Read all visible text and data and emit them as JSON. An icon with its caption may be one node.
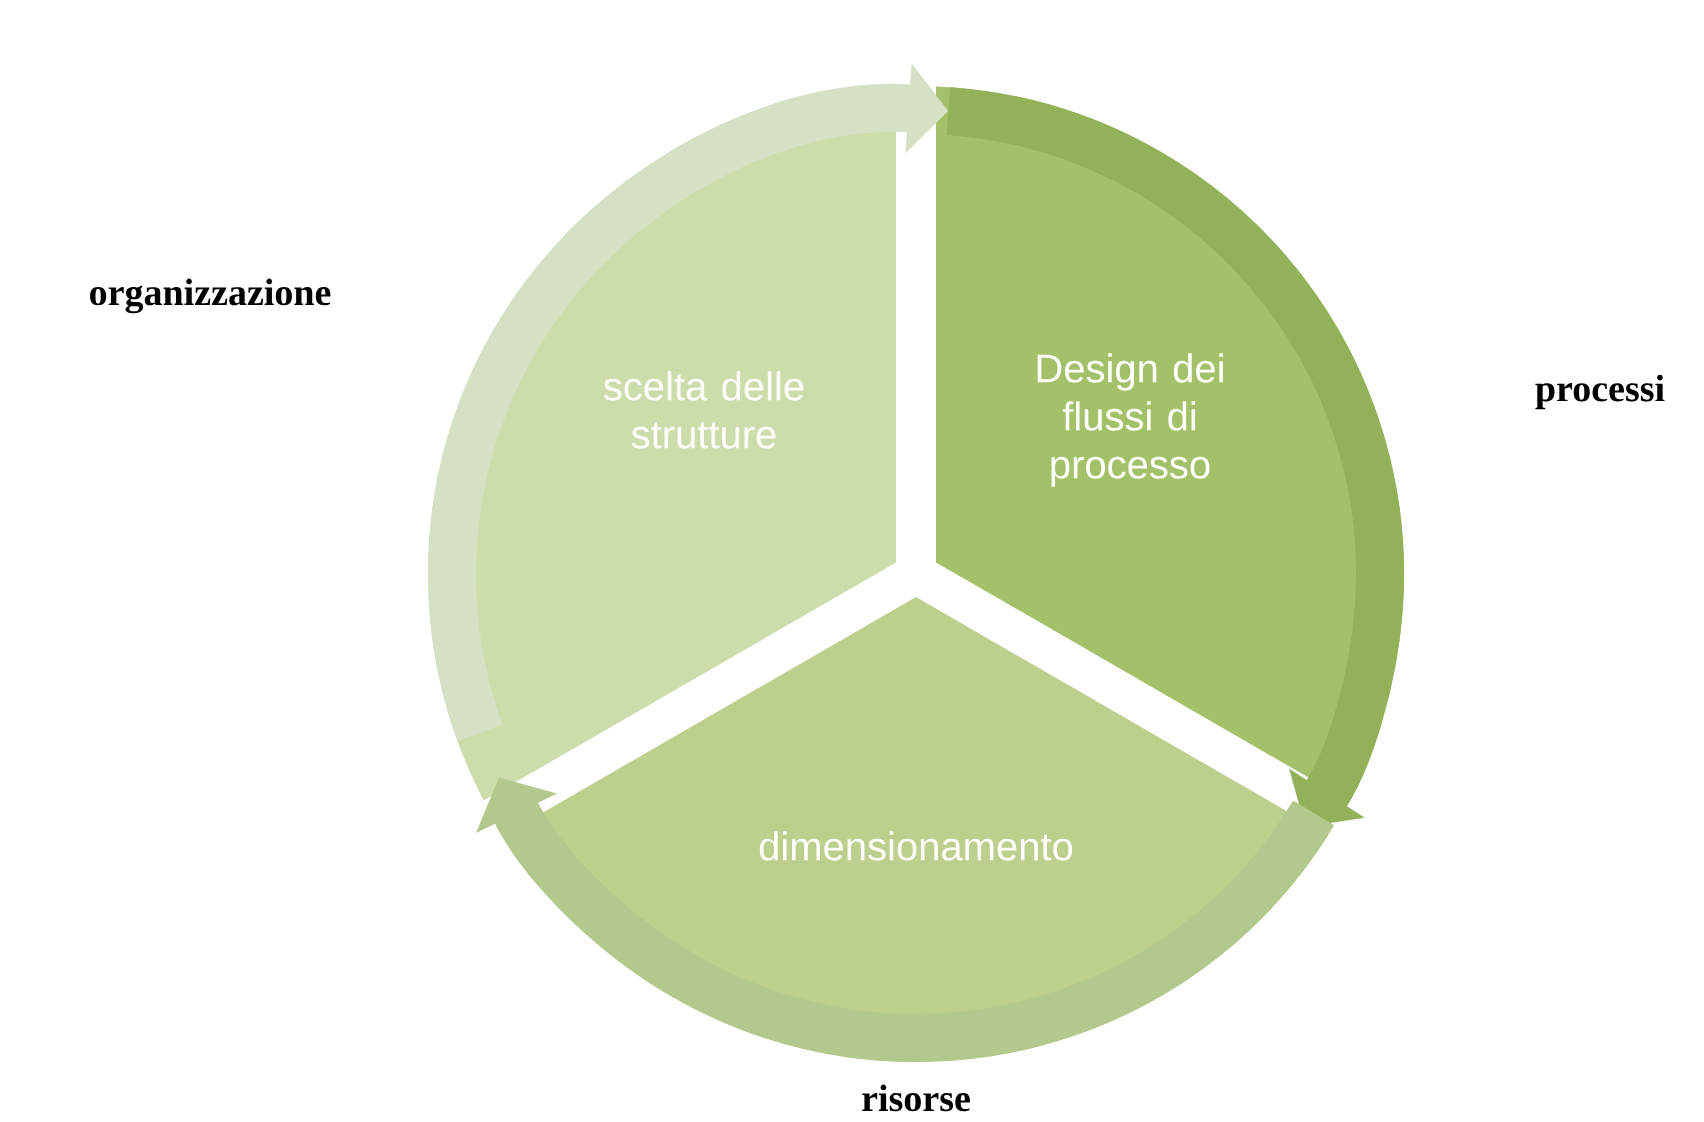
{
  "diagram": {
    "nodes": [
      {
        "text": [
          "scelta delle strutture"
        ]
      },
      {
        "text": [
          "Design dei flussi di processo"
        ]
      },
      {
        "text": [
          "dimensionamento"
        ]
      }
    ],
    "edges": [
      {
        "from": 0,
        "to": 1,
        "arrow": "to",
        "color": "#d6e0c4"
      },
      {
        "from": 1,
        "to": 2,
        "arrow": "to",
        "color": "#93b158"
      },
      {
        "from": 2,
        "to": 0,
        "arrow": "to",
        "color": "#b3c88c"
      }
    ],
    "labels": [
      "organizzazione",
      "processi",
      "risorse"
    ]
  }
}
